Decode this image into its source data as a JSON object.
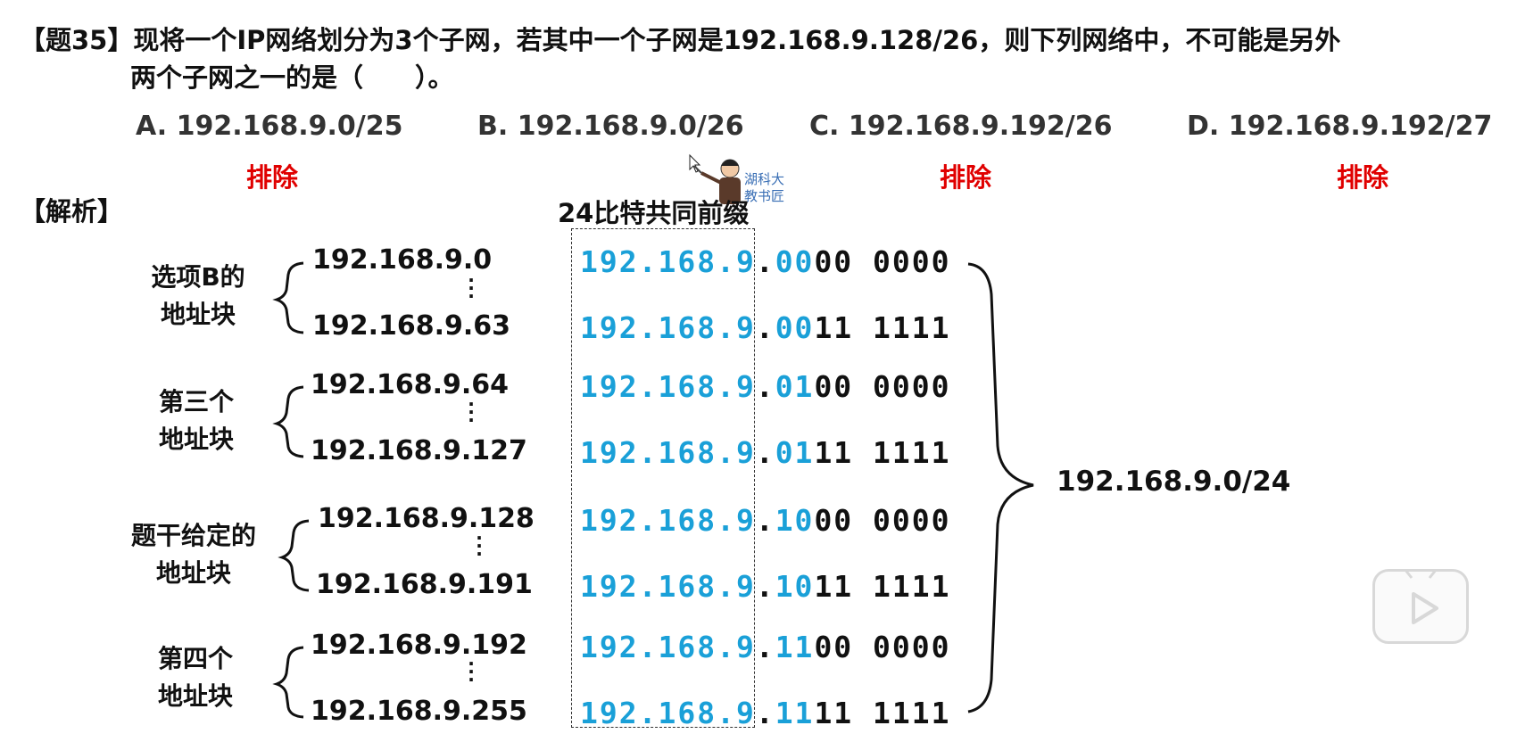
{
  "question": {
    "line1": "【题35】现将一个IP网络划分为3个子网，若其中一个子网是192.168.9.128/26，则下列网络中，不可能是另外",
    "line2": "两个子网之一的是（　　）。"
  },
  "options": [
    {
      "label": "A. 192.168.9.0/25",
      "mark": "排除"
    },
    {
      "label": "B. 192.168.9.0/26",
      "mark": ""
    },
    {
      "label": "C. 192.168.9.192/26",
      "mark": "排除"
    },
    {
      "label": "D. 192.168.9.192/27",
      "mark": "排除"
    }
  ],
  "analysis_label": "【解析】",
  "prefix_label": "24比特共同前缀",
  "teacher_caption": [
    "湖科大",
    "教书匠"
  ],
  "blocks": [
    {
      "label_line1": "选项B的",
      "label_line2": "地址块",
      "start": "192.168.9.0",
      "end": "192.168.9.63"
    },
    {
      "label_line1": "第三个",
      "label_line2": "地址块",
      "start": "192.168.9.64",
      "end": "192.168.9.127"
    },
    {
      "label_line1": "题干给定的",
      "label_line2": "地址块",
      "start": "192.168.9.128",
      "end": "192.168.9.191"
    },
    {
      "label_line1": "第四个",
      "label_line2": "地址块",
      "start": "192.168.9.192",
      "end": "192.168.9.255"
    }
  ],
  "binary_rows": [
    {
      "prefix": "192.168.9",
      "subnet_bits": "00",
      "rest": "00 0000"
    },
    {
      "prefix": "192.168.9",
      "subnet_bits": "00",
      "rest": "11 1111"
    },
    {
      "prefix": "192.168.9",
      "subnet_bits": "01",
      "rest": "00 0000"
    },
    {
      "prefix": "192.168.9",
      "subnet_bits": "01",
      "rest": "11 1111"
    },
    {
      "prefix": "192.168.9",
      "subnet_bits": "10",
      "rest": "00 0000"
    },
    {
      "prefix": "192.168.9",
      "subnet_bits": "10",
      "rest": "11 1111"
    },
    {
      "prefix": "192.168.9",
      "subnet_bits": "11",
      "rest": "00 0000"
    },
    {
      "prefix": "192.168.9",
      "subnet_bits": "11",
      "rest": "11 1111"
    }
  ],
  "network_label": "192.168.9.0/24",
  "colors": {
    "highlight": "#1aa0d8",
    "exclude": "#e00000"
  },
  "icons": [
    "teacher-avatar-icon",
    "play-icon"
  ]
}
